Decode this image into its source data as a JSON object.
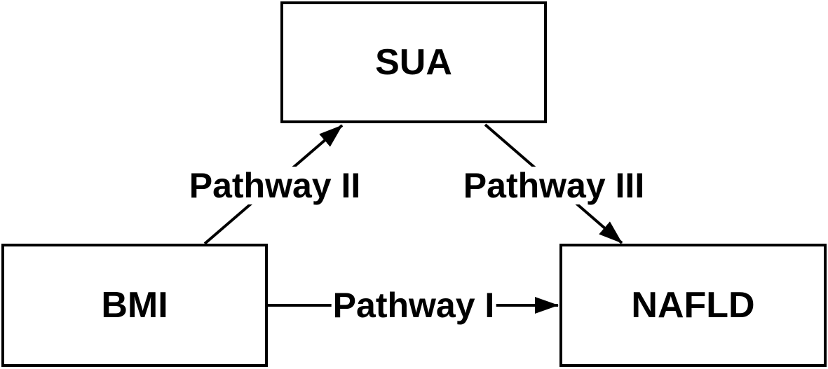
{
  "nodes": {
    "sua": "SUA",
    "bmi": "BMI",
    "nafld": "NAFLD"
  },
  "edges": {
    "pathway_1": "Pathway I",
    "pathway_2": "Pathway II",
    "pathway_3": "Pathway III"
  },
  "colors": {
    "stroke": "#000000",
    "background": "#ffffff"
  }
}
